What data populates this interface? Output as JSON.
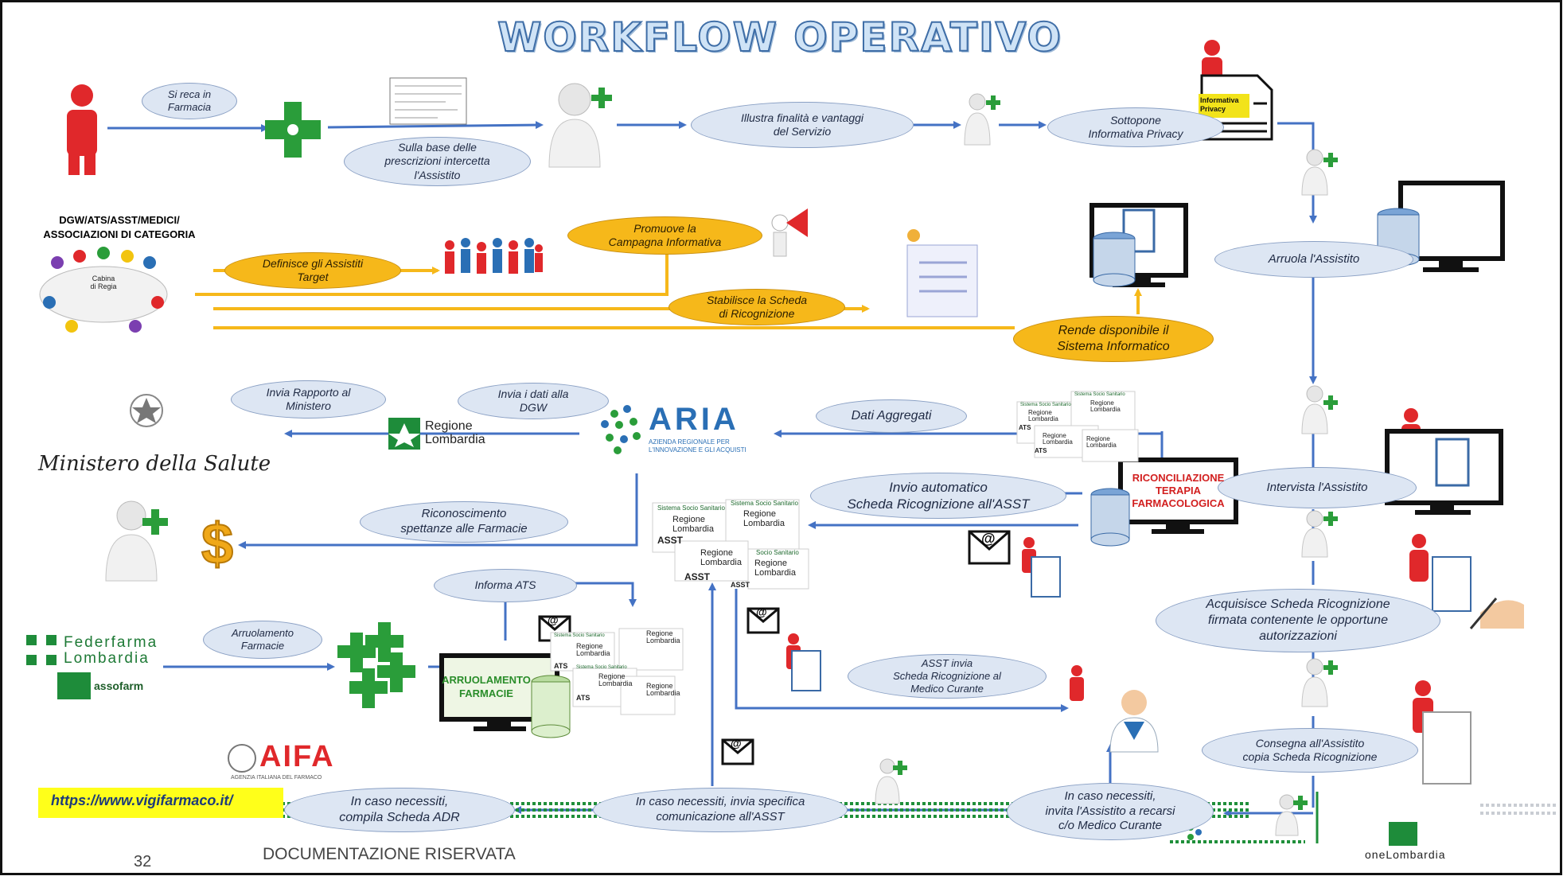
{
  "title": "WORKFLOW OPERATIVO",
  "colors": {
    "arrow_blue": "#4472c4",
    "gold": "#f6b81a",
    "oval_blue": "#dde6f3",
    "person_red": "#e0282b",
    "pharmacy_green": "#2a9d3a",
    "recon_red": "#d21f1f",
    "link_highlight": "#ffff1a"
  },
  "left_block": {
    "line1": "DGW/ATS/ASST/MEDICI/",
    "line2": "ASSOCIAZIONI DI CATEGORIA",
    "cabina": "Cabina\ndi Regia"
  },
  "ovals": {
    "si_reca": "Si reca in\nFarmacia",
    "sulla_base": "Sulla base delle\nprescrizioni intercetta\nl'Assistito",
    "illustra": "Illustra finalità e vantaggi\ndel Servizio",
    "sottopone": "Sottopone\nInformativa Privacy",
    "definisce": "Definisce  gli Assistiti\nTarget",
    "promuove": "Promuove la\nCampagna Informativa",
    "stabilisce": "Stabilisce la Scheda\ndi Ricognizione",
    "rende": "Rende disponibile il\nSistema Informatico",
    "arruola": "Arruola l'Assistito",
    "invia_rapporto": "Invia Rapporto al\nMinistero",
    "invia_dati": "Invia i dati alla\nDGW",
    "dati_aggregati": "Dati Aggregati",
    "invio_automatico": "Invio automatico\nScheda Ricognizione all'ASST",
    "intervista": "Intervista l'Assistito",
    "riconoscimento": "Riconoscimento\nspettanze alle Farmacie",
    "acquisisce": "Acquisisce Scheda Ricognizione\nfirmata contenente le opportune\nautorizzazioni",
    "informa_ats": "Informa ATS",
    "arruolamento": "Arruolamento\nFarmacie",
    "asst_invia": "ASST invia\nScheda Ricognizione al\nMedico Curante",
    "consegna": "Consegna all'Assistito\ncopia  Scheda Ricognizione",
    "compila_adr": "In caso necessiti,\ncompila Scheda ADR",
    "invia_specifica": "In caso necessiti, invia  specifica\ncomunicazione all'ASST",
    "invita": "In caso necessiti,\ninvita l'Assistito a recarsi\nc/o Medico Curante"
  },
  "labels": {
    "informativa_privacy": "Informativa\nPrivacy",
    "riconciliazione": "RICONCILIAZIONE\nTERAPIA\nFARMACOLOGICA",
    "arruolamento_farmacie_box": "ARRUOLAMENTO\nFARMACIE",
    "aria": "ARIA",
    "aria_sub": "AZIENDA REGIONALE PER\nL'INNOVAZIONE E GLI ACQUISTI",
    "regione_lombardia": "Regione\nLombardia",
    "ministero": "Ministero della Salute",
    "federfarma": "Federfarma\nLombardia",
    "assofarm": "assofarm",
    "aifa": "AIFA",
    "aifa_sub": "AGENZIA ITALIANA DEL FARMACO",
    "url": "https://www.vigifarmaco.it/",
    "page_number": "32",
    "documentazione": "DOCUMENTAZIONE RISERVATA",
    "onelombardia": "oneLombardia",
    "sistema_socio_sanitario": "Sistema Socio Sanitario",
    "socio_sanitario": "Socio Sanitario",
    "asst": "ASST",
    "ats": "ATS"
  }
}
